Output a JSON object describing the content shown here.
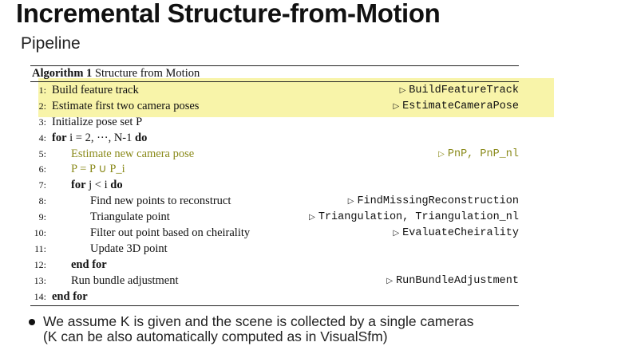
{
  "slide": {
    "title": "Incremental Structure-from-Motion",
    "subtitle": "Pipeline"
  },
  "algorithm": {
    "label": "Algorithm 1",
    "name": "Structure from Motion",
    "highlight_color": "#f6f08c",
    "lines": [
      {
        "num": "1:",
        "indent": 0,
        "text": "Build feature track",
        "comment": "BuildFeatureTrack"
      },
      {
        "num": "2:",
        "indent": 0,
        "text": "Estimate first two camera poses",
        "comment": "EstimateCameraPose"
      },
      {
        "num": "3:",
        "indent": 0,
        "text": "Initialize pose set P",
        "comment": ""
      },
      {
        "num": "4:",
        "indent": 0,
        "kw": "for",
        "text": "i = 2, ···, N-1",
        "kw2": "do",
        "comment": ""
      },
      {
        "num": "5:",
        "indent": 1,
        "text": "Estimate new camera pose",
        "comment": "PnP, PnP_nl",
        "highlight": true
      },
      {
        "num": "6:",
        "indent": 1,
        "text": "P = P ∪ P_i",
        "comment": "",
        "highlight": true
      },
      {
        "num": "7:",
        "indent": 1,
        "kw": "for",
        "text": "j < i",
        "kw2": "do",
        "comment": ""
      },
      {
        "num": "8:",
        "indent": 2,
        "text": "Find new points to reconstruct",
        "comment": "FindMissingReconstruction"
      },
      {
        "num": "9:",
        "indent": 2,
        "text": "Triangulate point",
        "comment": "Triangulation, Triangulation_nl"
      },
      {
        "num": "10:",
        "indent": 2,
        "text": "Filter out point based on cheirality",
        "comment": "EvaluateCheirality"
      },
      {
        "num": "11:",
        "indent": 2,
        "text": "Update 3D point",
        "comment": ""
      },
      {
        "num": "12:",
        "indent": 1,
        "kw": "end for",
        "text": "",
        "comment": ""
      },
      {
        "num": "13:",
        "indent": 1,
        "text": "Run bundle adjustment",
        "comment": "RunBundleAdjustment"
      },
      {
        "num": "14:",
        "indent": 0,
        "kw": "end for",
        "text": "",
        "comment": ""
      }
    ]
  },
  "bullet": {
    "line1": "We assume K is given and the scene is collected by a single cameras",
    "line2": "(K can be also automatically computed as in VisualSfm)"
  }
}
